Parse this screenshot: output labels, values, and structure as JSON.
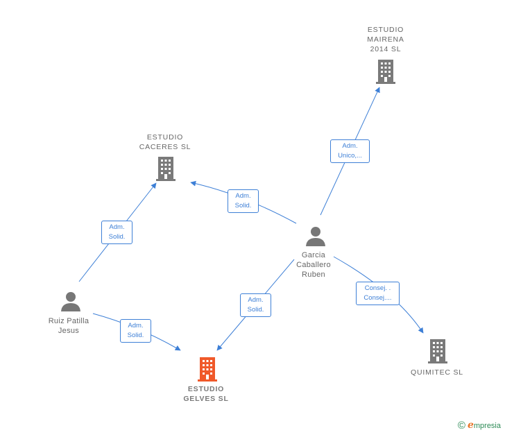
{
  "nodes": {
    "estudio_mairena": {
      "label": "ESTUDIO\nMAIRENA\n2014  SL",
      "type": "company"
    },
    "estudio_caceres": {
      "label": "ESTUDIO\nCACERES  SL",
      "type": "company"
    },
    "estudio_gelves": {
      "label": "ESTUDIO\nGELVES  SL",
      "type": "company-focus"
    },
    "quimitec": {
      "label": "QUIMITEC  SL",
      "type": "company"
    },
    "garcia_caballero_ruben": {
      "label": "Garcia\nCaballero\nRuben",
      "type": "person"
    },
    "ruiz_patilla_jesus": {
      "label": "Ruiz Patilla\nJesus",
      "type": "person"
    }
  },
  "edges": [
    {
      "from": "garcia_caballero_ruben",
      "to": "estudio_mairena",
      "label": "Adm.\nUnico,..."
    },
    {
      "from": "garcia_caballero_ruben",
      "to": "estudio_caceres",
      "label": "Adm.\nSolid."
    },
    {
      "from": "garcia_caballero_ruben",
      "to": "estudio_gelves",
      "label": "Adm.\nSolid."
    },
    {
      "from": "garcia_caballero_ruben",
      "to": "quimitec",
      "label": "Consej. .\nConsej...."
    },
    {
      "from": "ruiz_patilla_jesus",
      "to": "estudio_caceres",
      "label": "Adm.\nSolid."
    },
    {
      "from": "ruiz_patilla_jesus",
      "to": "estudio_gelves",
      "label": "Adm.\nSolid."
    }
  ],
  "colors": {
    "edge": "#3d7fd6",
    "company": "#7a7a7a",
    "focus_company": "#f0592a",
    "person": "#777777"
  },
  "footer": {
    "copyright_symbol": "©",
    "brand_initial": "e",
    "brand_rest": "mpresia"
  }
}
